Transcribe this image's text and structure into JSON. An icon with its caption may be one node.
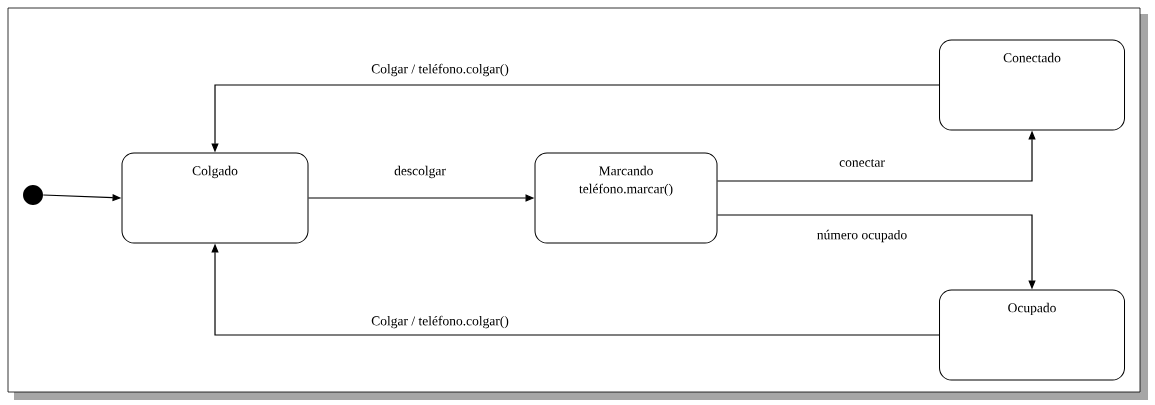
{
  "diagram": {
    "nodes": [
      {
        "text": [],
        "shape": "circle"
      },
      {
        "text": [
          "Colgado"
        ]
      },
      {
        "text": [
          "Marcando",
          "teléfono.marcar()"
        ]
      },
      {
        "text": [
          "Conectado"
        ]
      },
      {
        "text": [
          "Ocupado"
        ]
      }
    ],
    "edges": [
      {
        "from": 0,
        "to": 1,
        "arrow": "to"
      },
      {
        "from": 1,
        "to": 2,
        "arrow": "to",
        "label": "descolgar"
      },
      {
        "from": 2,
        "to": 3,
        "arrow": "to",
        "label": "conectar"
      },
      {
        "from": 2,
        "to": 4,
        "arrow": "to",
        "label": "número ocupado"
      },
      {
        "from": 3,
        "to": 1,
        "arrow": "to",
        "label": "Colgar / teléfono.colgar()"
      },
      {
        "from": 4,
        "to": 1,
        "arrow": "to",
        "label": "Colgar / teléfono.colgar()"
      }
    ]
  }
}
